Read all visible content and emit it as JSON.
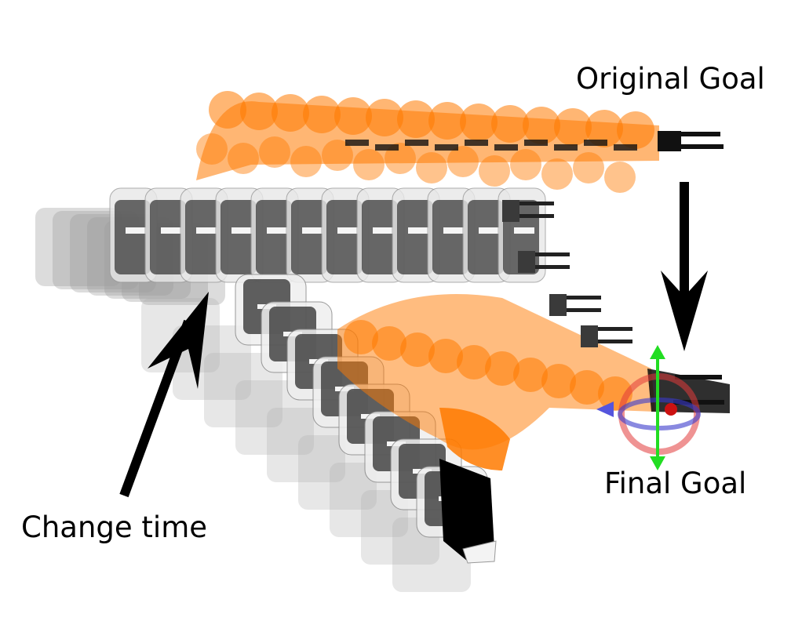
{
  "labels": {
    "original_goal": "Original Goal",
    "final_goal": "Final Goal",
    "change_time": "Change time"
  },
  "colors": {
    "arm_orange": "#ff7a00",
    "arm_gray": "#3a3a3a",
    "shell_light": "#e8e8e8",
    "arrow": "#000000",
    "marker_red": "#e23b3b",
    "marker_green": "#22dd22",
    "marker_blue": "#3a3acc"
  },
  "icons": {
    "goal_marker": "interactive-6dof-marker-icon",
    "gripper": "gripper-icon"
  }
}
